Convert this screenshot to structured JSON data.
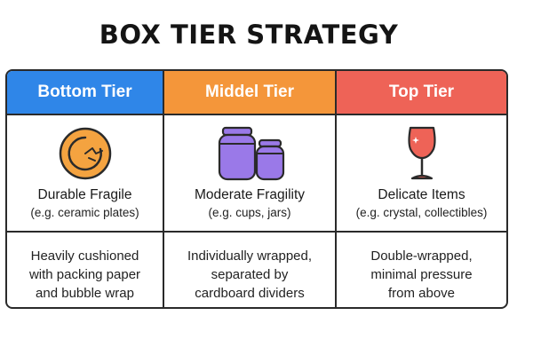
{
  "title": "BOX TIER STRATEGY",
  "colors": {
    "bottom_tier": "#2F86E8",
    "middle_tier": "#F4963A",
    "top_tier": "#EE6357",
    "plate_fill": "#F4A340",
    "jar_fill": "#9A79E8",
    "glass_fill": "#EE6357",
    "outline": "#2A2A2A"
  },
  "tiers": [
    {
      "header": "Bottom Tier",
      "icon": "plate-icon",
      "name": "Durable Fragile",
      "example": "(e.g. ceramic plates)",
      "method_lines": [
        "Heavily cushioned",
        "with packing paper",
        "and bubble wrap"
      ]
    },
    {
      "header": "Middel Tier",
      "icon": "jars-icon",
      "name": "Moderate Fragility",
      "example": "(e.g. cups, jars)",
      "method_lines": [
        "Individually wrapped,",
        "separated by",
        "cardboard dividers"
      ]
    },
    {
      "header": "Top Tier",
      "icon": "wine-glass-icon",
      "name": "Delicate Items",
      "example": "(e.g. crystal, collectibles)",
      "method_lines": [
        "Double-wrapped,",
        "minimal pressure",
        "from above"
      ]
    }
  ]
}
